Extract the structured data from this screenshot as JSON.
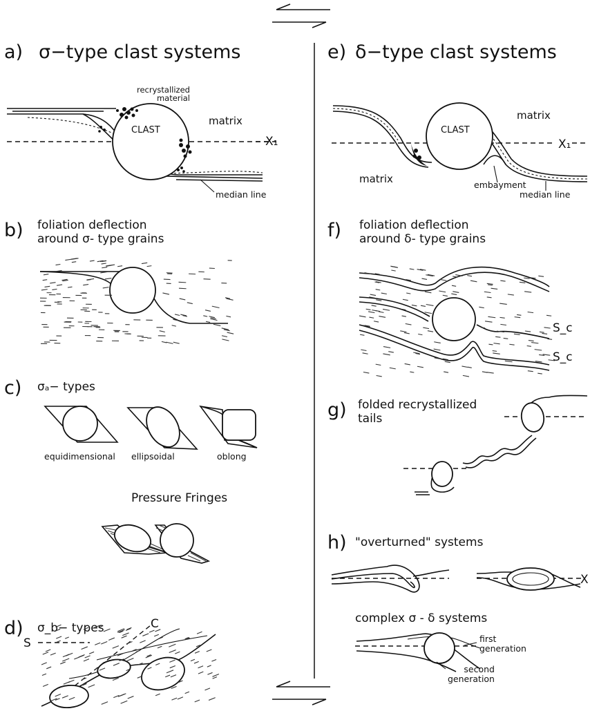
{
  "shear_sense": "sinistral",
  "panels": {
    "a": {
      "letter": "a)",
      "title": "σ−type clast systems",
      "labels": {
        "recryst": "recrystallized\nmaterial",
        "matrix": "matrix",
        "clast": "CLAST",
        "x1": "X₁",
        "median": "median line"
      }
    },
    "b": {
      "letter": "b)",
      "title": "foliation deflection\naround σ- type grains"
    },
    "c": {
      "letter": "c)",
      "title": "σₐ− types",
      "labels": {
        "equi": "equidimensional",
        "ellip": "ellipsoidal",
        "oblong": "oblong",
        "fringes": "Pressure Fringes"
      }
    },
    "d": {
      "letter": "d)",
      "title": "σ_b− types",
      "labels": {
        "s": "S",
        "c": "C"
      }
    },
    "e": {
      "letter": "e)",
      "title": "δ−type clast systems",
      "labels": {
        "matrix_top": "matrix",
        "matrix_left": "matrix",
        "clast": "CLAST",
        "x1": "X₁",
        "embayment": "embayment",
        "median": "median line"
      }
    },
    "f": {
      "letter": "f)",
      "title": "foliation deflection\naround δ- type grains",
      "labels": {
        "sc1": "S_c",
        "sc2": "S_c"
      }
    },
    "g": {
      "letter": "g)",
      "title": "folded recrystallized\ntails"
    },
    "h": {
      "letter": "h)",
      "title": "\"overturned\" systems",
      "labels": {
        "x": "X",
        "complex": "complex σ - δ systems",
        "first": "first\ngeneration",
        "second": "second\ngeneration"
      }
    }
  }
}
